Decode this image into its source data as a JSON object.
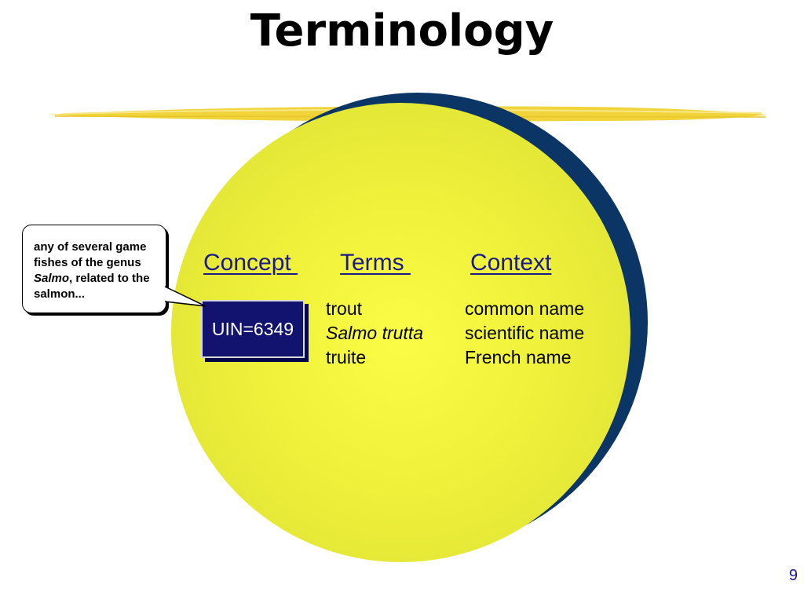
{
  "slide": {
    "title": "Terminology",
    "page_number": "9"
  },
  "headers": {
    "concept": "Concept ",
    "terms": "Terms ",
    "context": "Context"
  },
  "concept": {
    "uin": "UIN=6349"
  },
  "rows": [
    {
      "term": "trout",
      "context": "common name"
    },
    {
      "term": "Salmo trutta",
      "context": "scientific name"
    },
    {
      "term": "truite",
      "context": "French name"
    }
  ],
  "callout": {
    "line1": "any of several game",
    "line2": "fishes of the genus",
    "genus": "Salmo",
    "line3_rest": ", related to the",
    "line4": "salmon..."
  },
  "colors": {
    "circle_yellow": "#f2f43c",
    "circle_shadow": "#0a3565",
    "header_blue": "#1a1a8a",
    "uin_box": "#12136e",
    "brush_stroke": "#f0d43a"
  }
}
